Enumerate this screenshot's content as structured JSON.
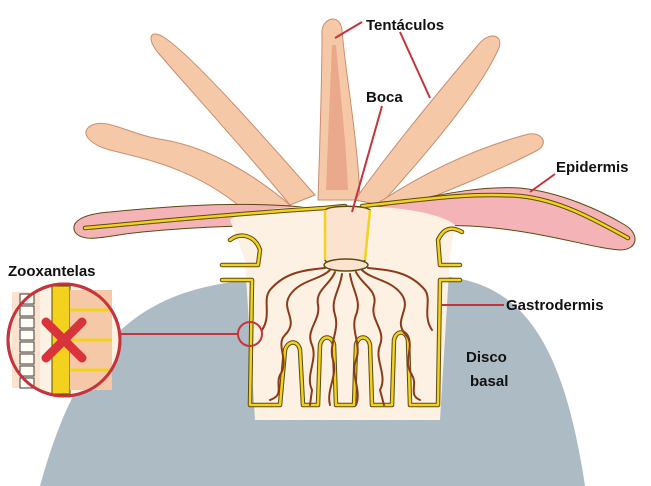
{
  "labels": {
    "tentacles": "Tentáculos",
    "mouth": "Boca",
    "epidermis": "Epidermis",
    "zooxanthellae": "Zooxantelas",
    "gastrodermis": "Gastrodermis",
    "basal_disc_line1": "Disco",
    "basal_disc_line2": "basal"
  },
  "colors": {
    "tissue": "#f5c9a8",
    "tissue_light": "#fbe3cf",
    "tissue_dark": "#eaa98a",
    "body_interior": "#fdf1e4",
    "mesoglea": "#f2d21c",
    "mesoglea_outline": "#5a4a10",
    "mesentery": "#8b3a1a",
    "skeleton": "#adbcc4",
    "epidermis_pink": "#f4b3b6",
    "leader_line": "#c5333d",
    "cross_mark": "#d9343b"
  }
}
